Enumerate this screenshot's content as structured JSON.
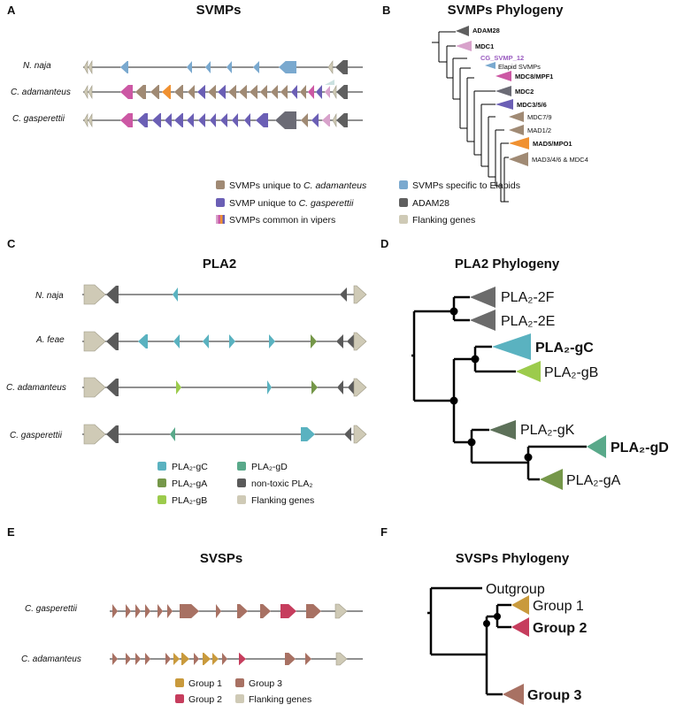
{
  "panels": {
    "A": {
      "letter": "A",
      "title": "SVMPs"
    },
    "B": {
      "letter": "B",
      "title": "SVMPs Phylogeny"
    },
    "C": {
      "letter": "C",
      "title": "PLA2"
    },
    "D": {
      "letter": "D",
      "title": "PLA2 Phylogeny"
    },
    "E": {
      "letter": "E",
      "title": "SVSPs"
    },
    "F": {
      "letter": "F",
      "title": "SVSPs Phylogeny"
    }
  },
  "colors": {
    "svmp_cad": "#a08a74",
    "svmp_cgas": "#6b5fb5",
    "svmp_vipers": "#cc58a4",
    "svmp_elapid": "#7aa9cf",
    "adam28": "#5f5f5f",
    "flank": "#cfcab6",
    "pla_gc": "#5ab2c0",
    "pla_ga": "#759749",
    "pla_gb": "#9ccb4c",
    "pla_gd": "#59a98a",
    "pla_nontox": "#5a5a5a",
    "pla_gk": "#5d7159",
    "grp1": "#c99a3c",
    "grp2": "#c63d5d",
    "grp3": "#a87163",
    "mdc1": "#d8a2cb",
    "mdc2": "#6b6b75",
    "mad5": "#f09131",
    "cg_svmp": "#9a5bc0"
  },
  "svmp_tracks": [
    {
      "species": "N. naja"
    },
    {
      "species": "C. adamanteus"
    },
    {
      "species": "C. gasperettii"
    }
  ],
  "svmp_legend": [
    {
      "label": "SVMPs unique to C. adamanteus",
      "plain": "SVMPs unique to ",
      "italic": "C. adamanteus",
      "color": "svmp_cad"
    },
    {
      "label": "SVMP unique to C. gasperettii",
      "plain": "SVMP unique to ",
      "italic": "C. gasperettii",
      "color": "svmp_cgas"
    },
    {
      "label": "SVMPs common in vipers",
      "plain": "SVMPs common in vipers",
      "italic": "",
      "color": "svmp_vipers"
    },
    {
      "label": "SVMPs specific to Elapids",
      "plain": "SVMPs specific to Elapids",
      "italic": "",
      "color": "svmp_elapid"
    },
    {
      "label": "ADAM28",
      "plain": "ADAM28",
      "italic": "",
      "color": "adam28"
    },
    {
      "label": "Flanking genes",
      "plain": "Flanking genes",
      "italic": "",
      "color": "flank"
    }
  ],
  "svmp_tree_labels": [
    {
      "text": "ADAM28",
      "bold": true
    },
    {
      "text": "MDC1",
      "bold": true
    },
    {
      "text": "CG_SVMP_12",
      "bold": true
    },
    {
      "text": "Elapid SVMPs",
      "bold": false
    },
    {
      "text": "MDC8/MPF1",
      "bold": true
    },
    {
      "text": "MDC2",
      "bold": true
    },
    {
      "text": "MDC3/5/6",
      "bold": true
    },
    {
      "text": "MDC7/9",
      "bold": false
    },
    {
      "text": "MAD1/2",
      "bold": false
    },
    {
      "text": "MAD5/MPO1",
      "bold": true
    },
    {
      "text": "MAD3/4/6 & MDC4",
      "bold": false
    }
  ],
  "pla2_tracks": [
    {
      "species": "N. naja"
    },
    {
      "species": "A. feae"
    },
    {
      "species": "C. adamanteus"
    },
    {
      "species": "C. gasperettii"
    }
  ],
  "pla2_legend": [
    {
      "label": "PLA₂-gC",
      "color": "pla_gc"
    },
    {
      "label": "PLA₂-gA",
      "color": "pla_ga"
    },
    {
      "label": "PLA₂-gB",
      "color": "pla_gb"
    },
    {
      "label": "PLA₂-gD",
      "color": "pla_gd"
    },
    {
      "label": "non-toxic PLA₂",
      "color": "pla_nontox"
    },
    {
      "label": "Flanking genes",
      "color": "flank"
    }
  ],
  "pla2_tree_labels": [
    {
      "text": "PLA₂-2F",
      "bold": false
    },
    {
      "text": "PLA₂-2E",
      "bold": false
    },
    {
      "text": "PLA₂-gC",
      "bold": true
    },
    {
      "text": "PLA₂-gB",
      "bold": false
    },
    {
      "text": "PLA₂-gK",
      "bold": false
    },
    {
      "text": "PLA₂-gD",
      "bold": true
    },
    {
      "text": "PLA₂-gA",
      "bold": false
    }
  ],
  "svsp_tracks": [
    {
      "species": "C. adamanteus"
    },
    {
      "species": "C. gasperettii"
    }
  ],
  "svsp_legend": [
    {
      "label": "Group 1",
      "color": "grp1"
    },
    {
      "label": "Group 2",
      "color": "grp2"
    },
    {
      "label": "Group 3",
      "color": "grp3"
    },
    {
      "label": "Flanking genes",
      "color": "flank"
    }
  ],
  "svsp_tree_labels": [
    {
      "text": "Outgroup",
      "bold": false
    },
    {
      "text": "Group 1",
      "bold": false
    },
    {
      "text": "Group 2",
      "bold": true
    },
    {
      "text": "Group 3",
      "bold": true
    }
  ]
}
